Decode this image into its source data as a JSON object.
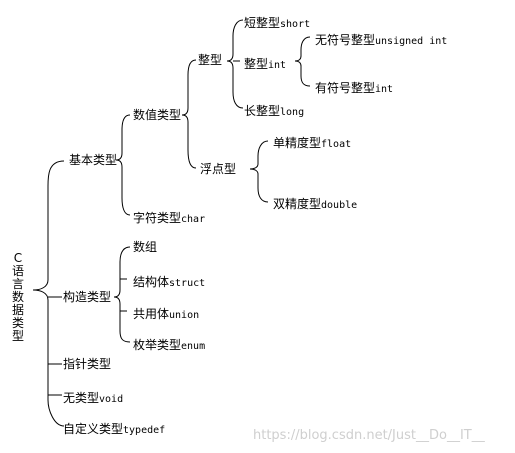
{
  "root": {
    "label": "C语言数据类型"
  },
  "nodes": {
    "basic": "基本类型",
    "numeric": "数值类型",
    "integer": "整型",
    "short": {
      "cn": "短整型",
      "en": "short"
    },
    "int": {
      "cn": "整型",
      "en": "int"
    },
    "unsigned_int": {
      "cn": "无符号整型",
      "en": "unsigned int"
    },
    "signed_int": {
      "cn": "有符号整型",
      "en": "int"
    },
    "long": {
      "cn": "长整型",
      "en": "long"
    },
    "floating": "浮点型",
    "float": {
      "cn": "单精度型",
      "en": "float"
    },
    "double": {
      "cn": "双精度型",
      "en": "double"
    },
    "char": {
      "cn": "字符类型",
      "en": "char"
    },
    "constructed": "构造类型",
    "array": "数组",
    "struct": {
      "cn": "结构体",
      "en": "struct"
    },
    "union": {
      "cn": "共用体",
      "en": "union"
    },
    "enum": {
      "cn": "枚举类型",
      "en": "enum"
    },
    "pointer": "指针类型",
    "void": {
      "cn": "无类型",
      "en": "void"
    },
    "typedef": {
      "cn": "自定义类型",
      "en": "typedef"
    }
  },
  "watermark": "https://blog.csdn.net/Just__Do__IT__",
  "colors": {
    "line": "#000000",
    "text": "#000000",
    "watermark": "#cfcfcf"
  }
}
